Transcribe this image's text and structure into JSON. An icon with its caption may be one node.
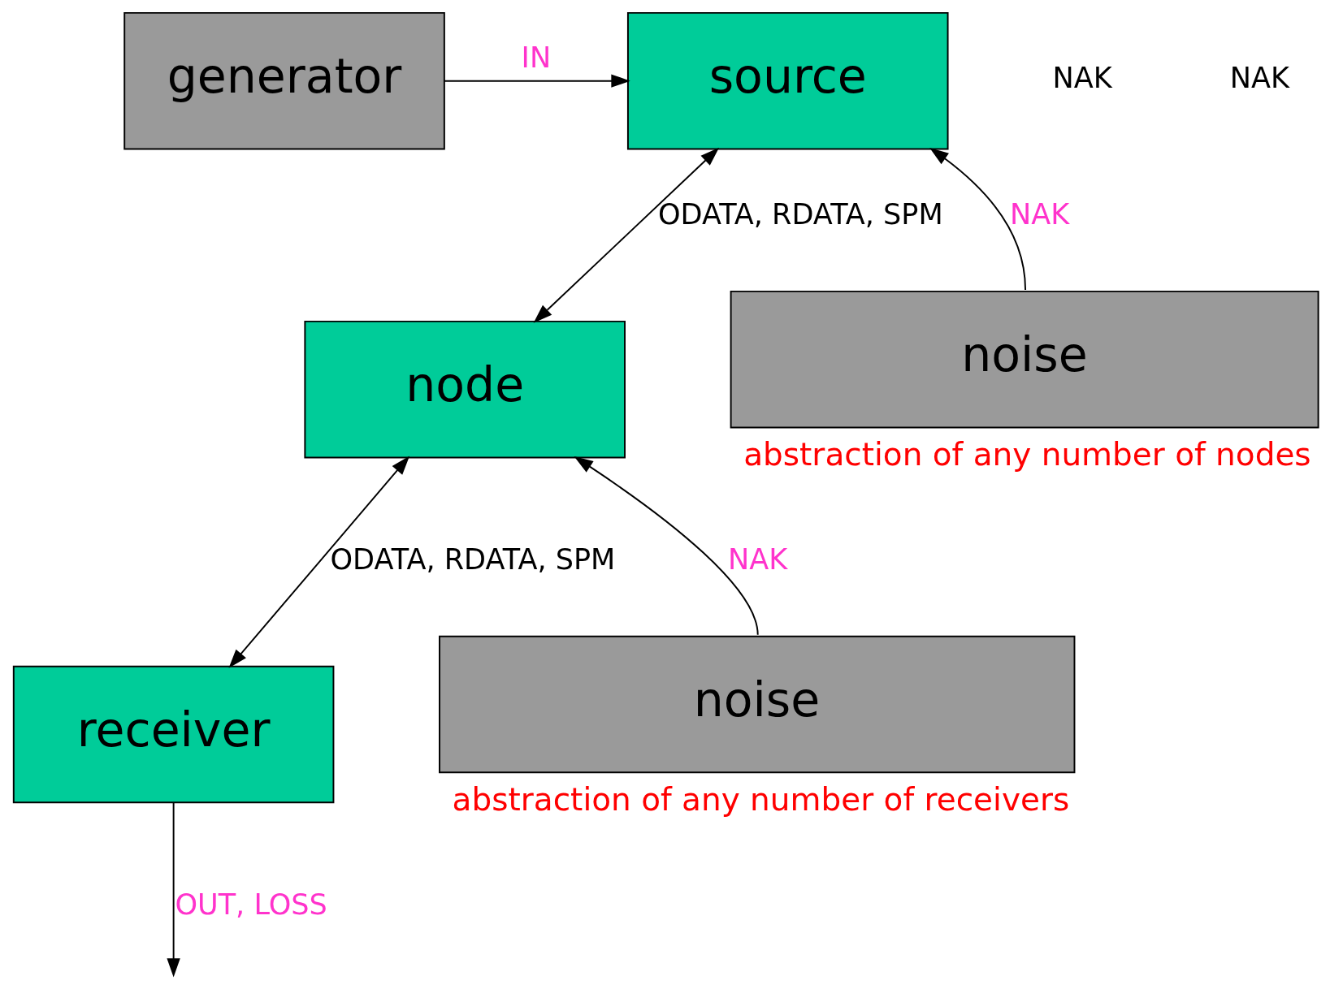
{
  "diagram": {
    "nodes": [
      {
        "text": [
          "generator"
        ]
      },
      {
        "text": [
          "source"
        ]
      },
      {
        "text": [
          "node"
        ]
      },
      {
        "text": [
          "noise"
        ],
        "beside": [
          "abstraction of any number of nodes"
        ]
      },
      {
        "text": [
          "receiver"
        ]
      },
      {
        "text": [
          "noise"
        ],
        "beside": [
          "abstraction of any number of receivers"
        ]
      }
    ],
    "edges": [
      {
        "from": 0,
        "to": 1,
        "arrow": "to",
        "label": "IN"
      },
      {
        "from": 1,
        "to": 2,
        "arrow": "both",
        "label": "ODATA, RDATA, SPM"
      },
      {
        "from": 3,
        "to": 1,
        "arrow": "to",
        "label": "NAK"
      },
      {
        "from": 2,
        "to": 4,
        "arrow": "both",
        "label": "ODATA, RDATA, SPM"
      },
      {
        "from": 5,
        "to": 2,
        "arrow": "to",
        "label": "NAK"
      },
      {
        "from": 4,
        "to": null,
        "arrow": "to",
        "label": "OUT, LOSS"
      }
    ],
    "labels": [
      "NAK",
      "NAK"
    ]
  }
}
